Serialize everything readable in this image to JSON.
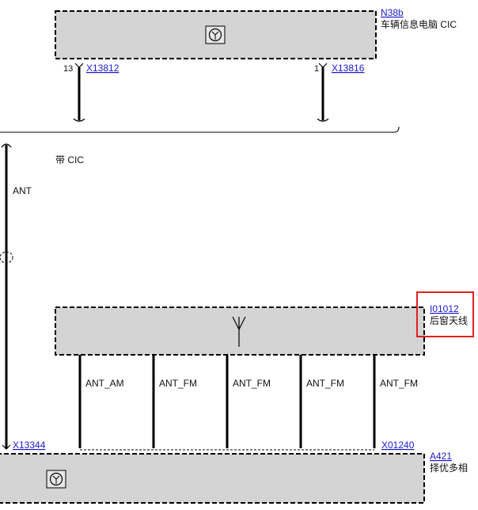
{
  "components": {
    "top_module": {
      "code": "N38b",
      "name": "车辆信息电脑 CIC",
      "icon": "ecu-icon"
    },
    "antenna_module": {
      "code": "I01012",
      "name": "后窗天线",
      "icon": "antenna-icon"
    },
    "bottom_module": {
      "code": "A421",
      "name": "择优多相",
      "icon": "ecu-icon"
    }
  },
  "connectors": {
    "left_top": {
      "pin": "13",
      "code": "X13812"
    },
    "right_top": {
      "pin": "1",
      "code": "X13816"
    },
    "left_bottom": {
      "code": "X13344"
    },
    "right_bottom": {
      "code": "X01240"
    }
  },
  "option_note": "带 CIC",
  "wires": {
    "main": "ANT",
    "antenna": [
      "ANT_AM",
      "ANT_FM",
      "ANT_FM",
      "ANT_FM",
      "ANT_FM"
    ]
  },
  "colors": {
    "module_fill": "#d4d4d4",
    "link": "#1a1acc",
    "highlight": "#e02020",
    "line": "#000000"
  }
}
